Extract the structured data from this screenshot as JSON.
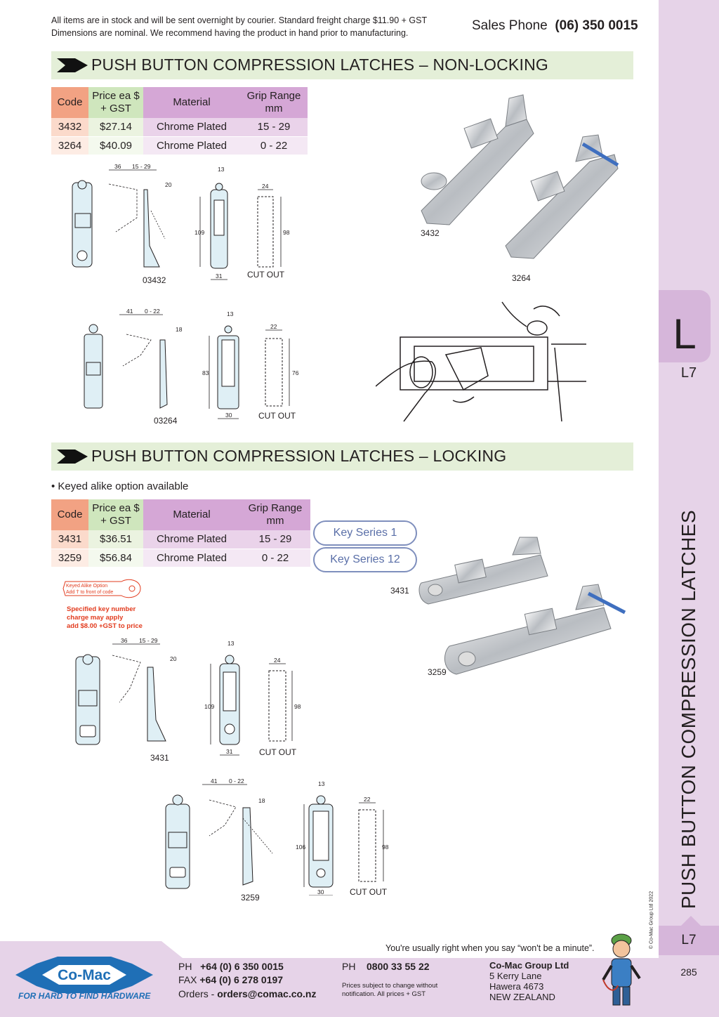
{
  "header": {
    "note_line1": "All items are in stock and will be sent overnight by courier. Standard freight charge $11.90 + GST",
    "note_line2": "Dimensions are nominal. We recommend having the product in hand prior to manufacturing.",
    "sales_label": "Sales Phone",
    "sales_phone": "(06) 350 0015"
  },
  "section1": {
    "title": "PUSH BUTTON COMPRESSION LATCHES – NON-LOCKING",
    "headers": {
      "code": "Code",
      "price": "Price ea $ + GST",
      "material": "Material",
      "grip": "Grip Range mm"
    },
    "rows": [
      {
        "code": "3432",
        "price": "$27.14",
        "material": "Chrome Plated",
        "grip": "15 - 29"
      },
      {
        "code": "3264",
        "price": "$40.09",
        "material": "Chrome Plated",
        "grip": "0 - 22"
      }
    ],
    "drawing1": {
      "label": "03432",
      "d_a": "36",
      "d_b": "15 - 29",
      "d_c": "20",
      "d_d": "13",
      "d_e": "109",
      "d_f": "31",
      "d_g": "24",
      "d_h": "98",
      "cutout": "CUT OUT"
    },
    "drawing2": {
      "label": "03264",
      "d_a": "41",
      "d_b": "0 - 22",
      "d_c": "18",
      "d_d": "13",
      "d_e": "83",
      "d_f": "30",
      "d_g": "22",
      "d_h": "76",
      "cutout": "CUT OUT"
    },
    "photo_labels": {
      "a": "3432",
      "b": "3264"
    }
  },
  "section2": {
    "title": "PUSH BUTTON COMPRESSION LATCHES – LOCKING",
    "bullet": "• Keyed alike option available",
    "headers": {
      "code": "Code",
      "price": "Price ea $ + GST",
      "material": "Material",
      "grip": "Grip Range mm"
    },
    "rows": [
      {
        "code": "3431",
        "price": "$36.51",
        "material": "Chrome Plated",
        "grip": "15 - 29"
      },
      {
        "code": "3259",
        "price": "$56.84",
        "material": "Chrome Plated",
        "grip": "0 - 22"
      }
    ],
    "key_series": [
      "Key Series 1",
      "Key Series 12"
    ],
    "key_tag_line1": "Keyed Alike Option",
    "key_tag_line2": "Add 'l' to front of code",
    "key_note_line1": "Specified key number",
    "key_note_line2": "charge may apply",
    "key_note_line3": "add $8.00 +GST to price",
    "drawing1": {
      "label": "3431",
      "d_a": "36",
      "d_b": "15 - 29",
      "d_c": "20",
      "d_d": "13",
      "d_e": "109",
      "d_f": "31",
      "d_g": "24",
      "d_h": "98",
      "cutout": "CUT OUT"
    },
    "drawing2": {
      "label": "3259",
      "d_a": "41",
      "d_b": "0 - 22",
      "d_c": "18",
      "d_d": "13",
      "d_e": "106",
      "d_f": "30",
      "d_g": "22",
      "d_h": "98",
      "cutout": "CUT OUT"
    },
    "photo_labels": {
      "a": "3431",
      "b": "3259"
    }
  },
  "sidebar": {
    "letter": "L",
    "code": "L7",
    "title": "PUSH BUTTON COMPRESSION LATCHES",
    "copyright": "© Co-Mac Group Ltd 2022",
    "code_bottom": "L7",
    "page_number": "285"
  },
  "footer": {
    "tagline": "You're usually right when you say “won't be a minute”.",
    "logo_text": "Co-Mac",
    "slogan": "FOR HARD TO FIND HARDWARE",
    "ph_label": "PH",
    "ph": "+64 (0) 6 350 0015",
    "fax_label": "FAX",
    "fax": "+64 (0) 6 278 0197",
    "orders_label": "Orders -",
    "orders": "orders@comac.co.nz",
    "ph2_label": "PH",
    "ph2": "0800 33 55 22",
    "disclaimer_line1": "Prices subject to change without",
    "disclaimer_line2": "notification. All prices + GST",
    "company": "Co-Mac Group Ltd",
    "address1": "5 Kerry Lane",
    "address2": "Hawera 4673",
    "address3": "NEW ZEALAND"
  },
  "colors": {
    "accent_purple": "#d5a7d6",
    "section_green": "#e4efd8",
    "logo_blue": "#1f6fb6",
    "note_red": "#e23b1e"
  }
}
